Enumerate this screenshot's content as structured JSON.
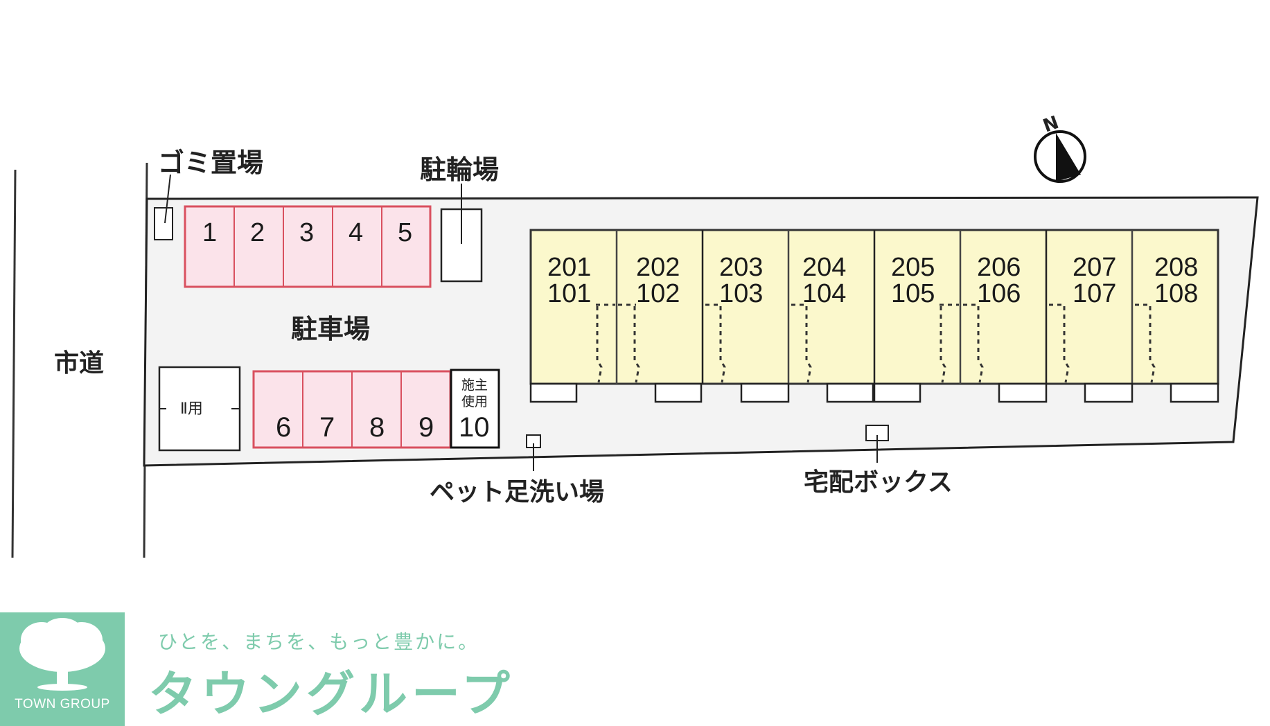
{
  "labels": {
    "road": "市道",
    "garbage": "ゴミ置場",
    "bicycle": "駐輪場",
    "parking": "駐車場",
    "pet_wash": "ペット足洗い場",
    "delivery_box": "宅配ボックス",
    "building2_use": "Ⅱ用",
    "owner_use_line1": "施主",
    "owner_use_line2": "使用",
    "north": "N"
  },
  "parking_top": [
    "1",
    "2",
    "3",
    "4",
    "5"
  ],
  "parking_bottom": [
    "6",
    "7",
    "8",
    "9"
  ],
  "parking_owner": "10",
  "units": [
    {
      "upper": "201",
      "lower": "101"
    },
    {
      "upper": "202",
      "lower": "102"
    },
    {
      "upper": "203",
      "lower": "103"
    },
    {
      "upper": "204",
      "lower": "104"
    },
    {
      "upper": "205",
      "lower": "105"
    },
    {
      "upper": "206",
      "lower": "106"
    },
    {
      "upper": "207",
      "lower": "107"
    },
    {
      "upper": "208",
      "lower": "108"
    }
  ],
  "branding": {
    "en_name": "TOWN GROUP",
    "slogan": "ひとを、まちを、もっと豊かに。",
    "jp_name": "タウングループ"
  },
  "colors": {
    "parking_fill": "#fbe3ea",
    "parking_stroke": "#d9505f",
    "unit_fill": "#fbf8cc",
    "lot_fill": "#f3f3f3",
    "brand": "#7ecbac"
  }
}
